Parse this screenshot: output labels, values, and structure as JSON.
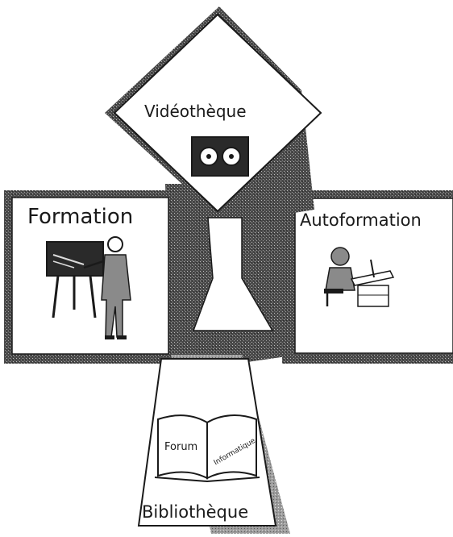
{
  "panels": {
    "videotheque": "Vidéothèque",
    "formation": "Formation",
    "autoformation": "Autoformation",
    "bibliotheque": "Bibliothèque"
  },
  "book": {
    "left_page": "Forum",
    "right_page": "Informatique"
  },
  "colors": {
    "ink": "#1a1a1a",
    "shadow": "#3a3a3a",
    "shadow_light": "#8a8a8a",
    "paper": "#ffffff"
  }
}
